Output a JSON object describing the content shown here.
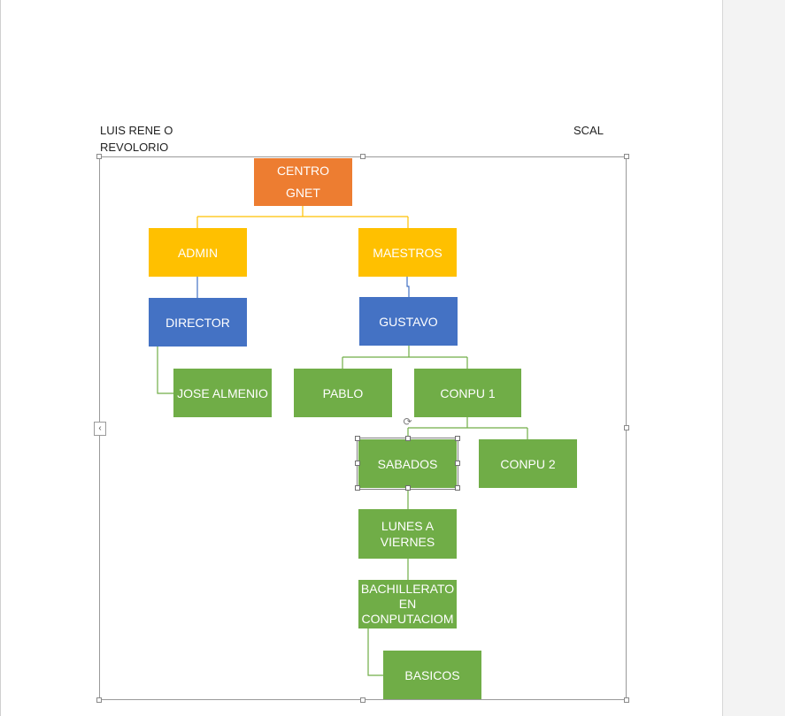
{
  "header": {
    "left_text": "LUIS RENE O\nREVOLORIO",
    "right_text": "SCAL"
  },
  "nodes": {
    "centro_gnet": "CENTRO\nGNET",
    "admin": "ADMIN",
    "maestros": "MAESTROS",
    "director": "DIRECTOR",
    "gustavo": "GUSTAVO",
    "jose_almenio": "JOSE ALMENIO",
    "pablo": "PABLO",
    "conpu_1": "CONPU 1",
    "sabados": "SABADOS",
    "conpu_2": "CONPU 2",
    "lunes_a_viernes": "LUNES A\nVIERNES",
    "bachillerato": "BACHILLERATO\nEN\nCONPUTACIOM",
    "basicos": "BASICOS"
  },
  "colors": {
    "root": "#ed7d31",
    "level1": "#ffc000",
    "level2": "#4472c4",
    "level3": "#70ad47"
  },
  "icons": {
    "collapse": "chevron-left-icon",
    "rotate": "rotate-handle-icon"
  }
}
